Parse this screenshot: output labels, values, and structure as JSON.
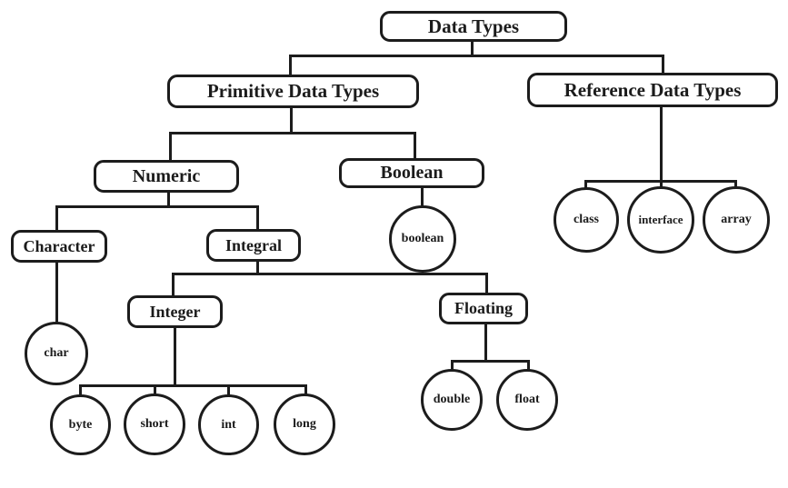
{
  "diagram": {
    "title": "Data Types hierarchy diagram",
    "colors": {
      "background": "#ffffff",
      "line": "#1c1c1c",
      "text": "#1b1b1b"
    }
  },
  "nodes": {
    "data_types": {
      "label": "Data Types",
      "shape": "rounded-box"
    },
    "primitive": {
      "label": "Primitive Data Types",
      "shape": "rounded-box"
    },
    "reference": {
      "label": "Reference Data Types",
      "shape": "rounded-box"
    },
    "numeric": {
      "label": "Numeric",
      "shape": "rounded-box"
    },
    "boolean_box": {
      "label": "Boolean",
      "shape": "rounded-box"
    },
    "character": {
      "label": "Character",
      "shape": "rounded-box"
    },
    "integral": {
      "label": "Integral",
      "shape": "rounded-box"
    },
    "integer": {
      "label": "Integer",
      "shape": "rounded-box"
    },
    "floating": {
      "label": "Floating",
      "shape": "rounded-box"
    },
    "boolean_value": {
      "label": "boolean",
      "shape": "circle"
    },
    "class": {
      "label": "class",
      "shape": "circle"
    },
    "interface": {
      "label": "interface",
      "shape": "circle"
    },
    "array": {
      "label": "array",
      "shape": "circle"
    },
    "char": {
      "label": "char",
      "shape": "circle"
    },
    "byte": {
      "label": "byte",
      "shape": "circle"
    },
    "short": {
      "label": "short",
      "shape": "circle"
    },
    "int": {
      "label": "int",
      "shape": "circle"
    },
    "long": {
      "label": "long",
      "shape": "circle"
    },
    "double": {
      "label": "double",
      "shape": "circle"
    },
    "float": {
      "label": "float",
      "shape": "circle"
    }
  },
  "hierarchy": {
    "label": "Data Types",
    "children": [
      {
        "label": "Primitive Data Types",
        "children": [
          {
            "label": "Numeric",
            "children": [
              {
                "label": "Character",
                "children": [
                  {
                    "label": "char"
                  }
                ]
              },
              {
                "label": "Integral",
                "children": [
                  {
                    "label": "Integer",
                    "children": [
                      {
                        "label": "byte"
                      },
                      {
                        "label": "short"
                      },
                      {
                        "label": "int"
                      },
                      {
                        "label": "long"
                      }
                    ]
                  },
                  {
                    "label": "Floating",
                    "children": [
                      {
                        "label": "double"
                      },
                      {
                        "label": "float"
                      }
                    ]
                  }
                ]
              }
            ]
          },
          {
            "label": "Boolean",
            "children": [
              {
                "label": "boolean"
              }
            ]
          }
        ]
      },
      {
        "label": "Reference Data Types",
        "children": [
          {
            "label": "class"
          },
          {
            "label": "interface"
          },
          {
            "label": "array"
          }
        ]
      }
    ]
  }
}
